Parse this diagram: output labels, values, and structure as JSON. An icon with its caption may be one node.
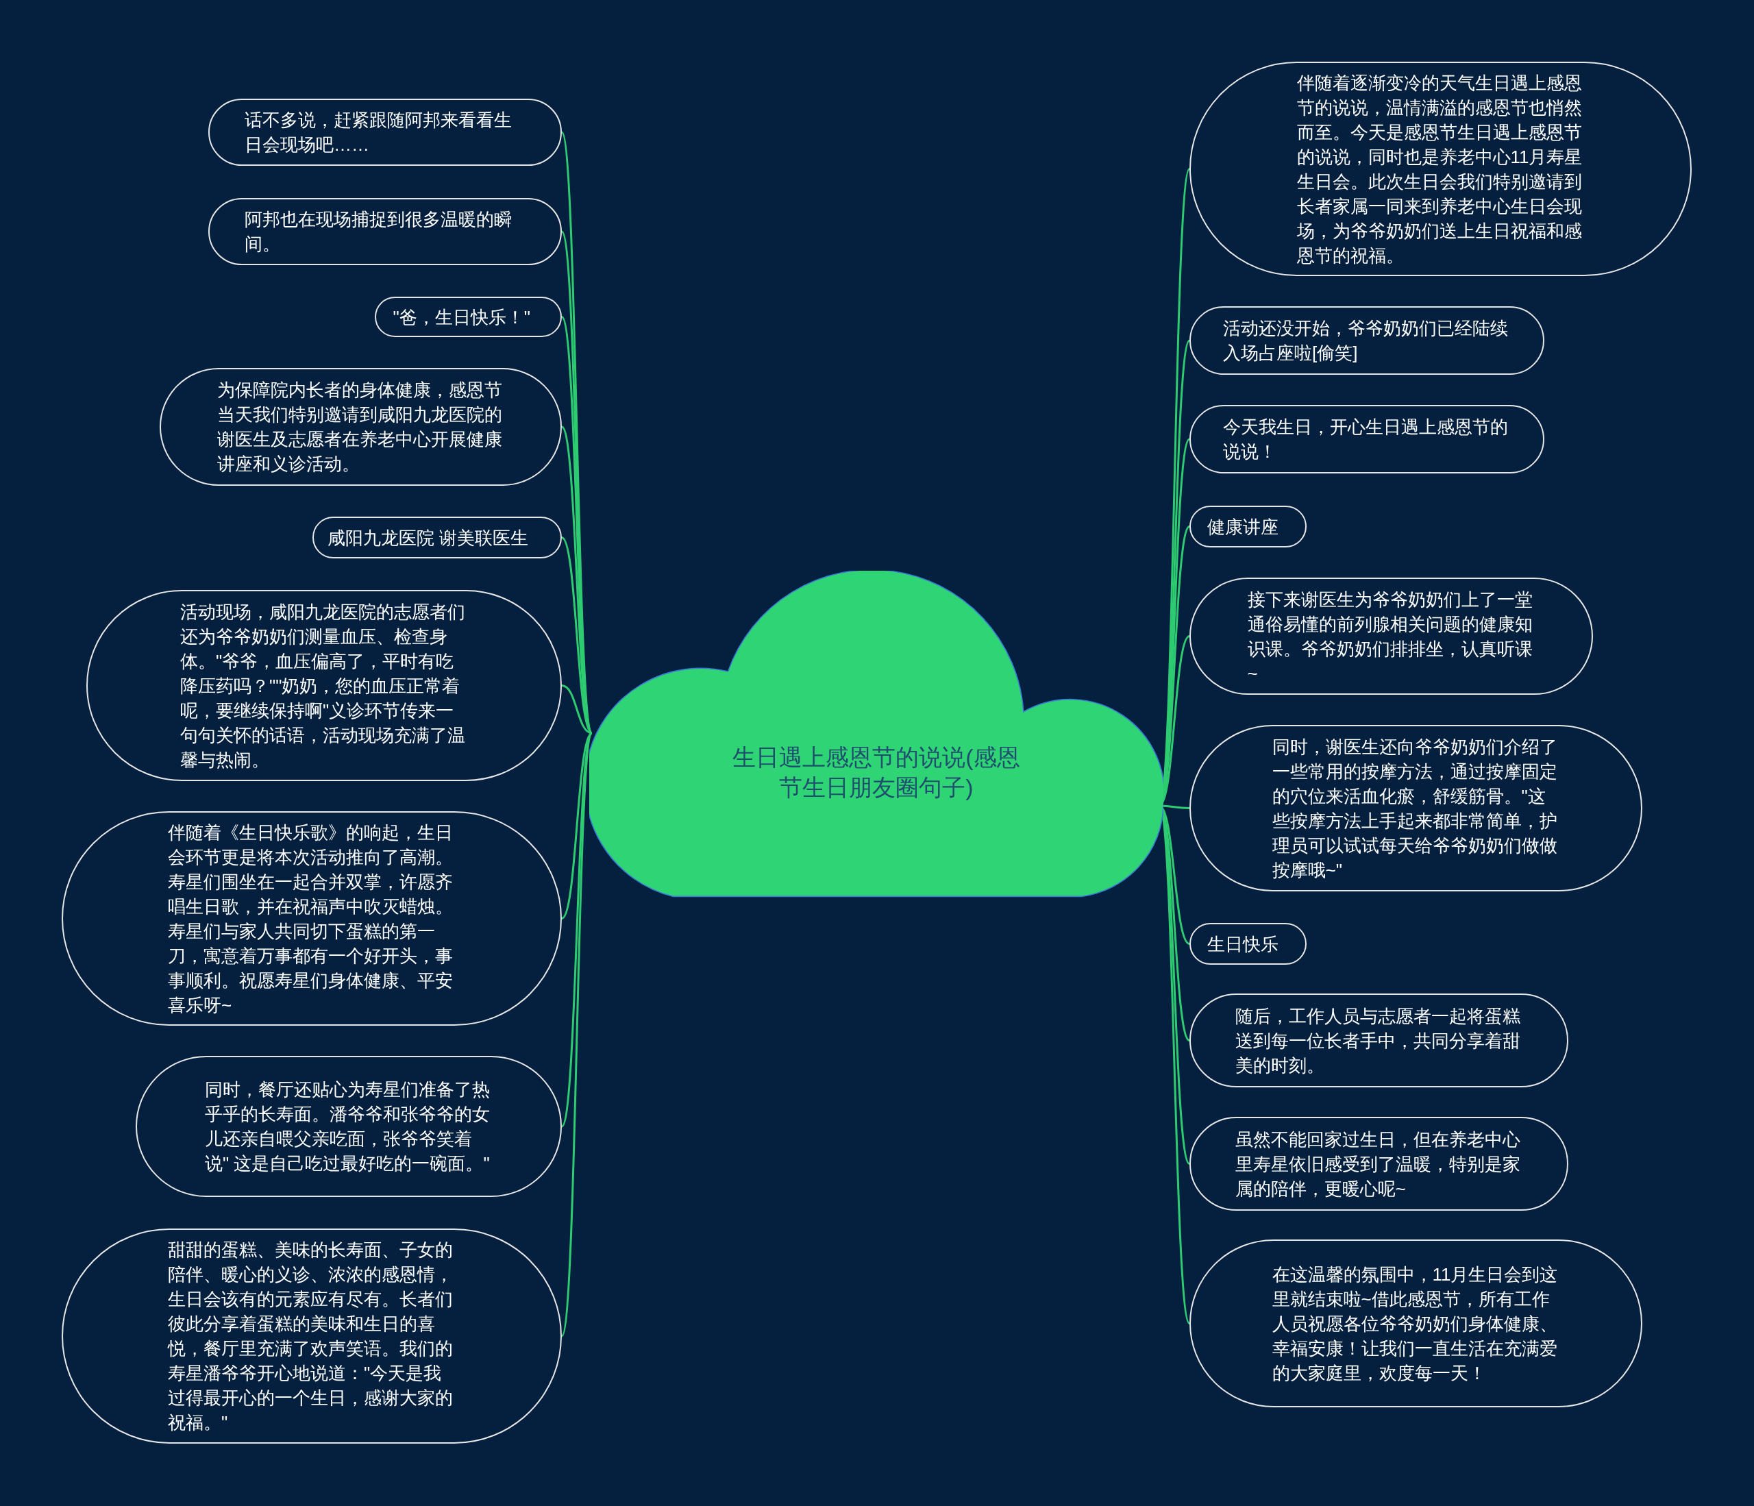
{
  "diagram": {
    "nodes": [
      {
        "text": [
          "生日遇上感恩节的说说(感恩节生日朋友圈句子)"
        ]
      },
      {
        "text": [
          "话不多说，赶紧跟随阿邦来看看生日会现场吧……"
        ]
      },
      {
        "text": [
          "阿邦也在现场捕捉到很多温暖的瞬间。"
        ]
      },
      {
        "text": [
          "\"爸，生日快乐！\""
        ]
      },
      {
        "text": [
          "为保障院内长者的身体健康，感恩节当天我们特别邀请到咸阳九龙医院的谢医生及志愿者在养老中心开展健康讲座和义诊活动。"
        ]
      },
      {
        "text": [
          "咸阳九龙医院 谢美联医生"
        ]
      },
      {
        "text": [
          "活动现场，咸阳九龙医院的志愿者们还为爷爷奶奶们测量血压、检查身体。\"爷爷，血压偏高了，平时有吃降压药吗？\"\"奶奶，您的血压正常着呢，要继续保持啊\"义诊环节传来一句句关怀的话语，活动现场充满了温馨与热闹。"
        ]
      },
      {
        "text": [
          "伴随着《生日快乐歌》的响起，生日会环节更是将本次活动推向了高潮。寿星们围坐在一起合并双掌，许愿齐唱生日歌，并在祝福声中吹灭蜡烛。寿星们与家人共同切下蛋糕的第一刀，寓意着万事都有一个好开头，事事顺利。祝愿寿星们身体健康、平安喜乐呀~"
        ]
      },
      {
        "text": [
          "同时，餐厅还贴心为寿星们准备了热乎乎的长寿面。潘爷爷和张爷爷的女儿还亲自喂父亲吃面，张爷爷笑着说\" 这是自己吃过最好吃的一碗面。\""
        ]
      },
      {
        "text": [
          "甜甜的蛋糕、美味的长寿面、子女的陪伴、暖心的义诊、浓浓的感恩情，生日会该有的元素应有尽有。长者们彼此分享着蛋糕的美味和生日的喜悦，餐厅里充满了欢声笑语。我们的寿星潘爷爷开心地说道：\"今天是我过得最开心的一个生日，感谢大家的祝福。\""
        ]
      },
      {
        "text": [
          "伴随着逐渐变冷的天气生日遇上感恩节的说说，温情满溢的感恩节也悄然而至。今天是感恩节生日遇上感恩节的说说，同时也是养老中心11月寿星生日会。此次生日会我们特别邀请到长者家属一同来到养老中心生日会现场，为爷爷奶奶们送上生日祝福和感恩节的祝福。"
        ]
      },
      {
        "text": [
          "活动还没开始，爷爷奶奶们已经陆续入场占座啦[偷笑]"
        ]
      },
      {
        "text": [
          "今天我生日，开心生日遇上感恩节的说说！"
        ]
      },
      {
        "text": [
          "健康讲座"
        ]
      },
      {
        "text": [
          "接下来谢医生为爷爷奶奶们上了一堂通俗易懂的前列腺相关问题的健康知识课。爷爷奶奶们排排坐，认真听课~"
        ]
      },
      {
        "text": [
          "同时，谢医生还向爷爷奶奶们介绍了一些常用的按摩方法，通过按摩固定的穴位来活血化瘀，舒缓筋骨。\"这些按摩方法上手起来都非常简单，护理员可以试试每天给爷爷奶奶们做做按摩哦~\""
        ]
      },
      {
        "text": [
          "生日快乐"
        ]
      },
      {
        "text": [
          "随后，工作人员与志愿者一起将蛋糕送到每一位长者手中，共同分享着甜美的时刻。"
        ]
      },
      {
        "text": [
          "虽然不能回家过生日，但在养老中心里寿星依旧感受到了温暖，特别是家属的陪伴，更暖心呢~"
        ]
      },
      {
        "text": [
          "在这温馨的氛围中，11月生日会到这里就结束啦~借此感恩节，所有工作人员祝愿各位爷爷奶奶们身体健康、幸福安康！让我们一直生活在充满爱的大家庭里，欢度每一天！"
        ]
      }
    ],
    "edges": [
      {
        "from": 0,
        "to": 1,
        "arrow": "none"
      },
      {
        "from": 0,
        "to": 2,
        "arrow": "none"
      },
      {
        "from": 0,
        "to": 3,
        "arrow": "none"
      },
      {
        "from": 0,
        "to": 4,
        "arrow": "none"
      },
      {
        "from": 0,
        "to": 5,
        "arrow": "none"
      },
      {
        "from": 0,
        "to": 6,
        "arrow": "none"
      },
      {
        "from": 0,
        "to": 7,
        "arrow": "none"
      },
      {
        "from": 0,
        "to": 8,
        "arrow": "none"
      },
      {
        "from": 0,
        "to": 9,
        "arrow": "none"
      },
      {
        "from": 0,
        "to": 10,
        "arrow": "none"
      },
      {
        "from": 0,
        "to": 11,
        "arrow": "none"
      },
      {
        "from": 0,
        "to": 12,
        "arrow": "none"
      },
      {
        "from": 0,
        "to": 13,
        "arrow": "none"
      },
      {
        "from": 0,
        "to": 14,
        "arrow": "none"
      },
      {
        "from": 0,
        "to": 15,
        "arrow": "none"
      },
      {
        "from": 0,
        "to": 16,
        "arrow": "none"
      },
      {
        "from": 0,
        "to": 17,
        "arrow": "none"
      },
      {
        "from": 0,
        "to": 18,
        "arrow": "none"
      },
      {
        "from": 0,
        "to": 19,
        "arrow": "none"
      }
    ]
  }
}
